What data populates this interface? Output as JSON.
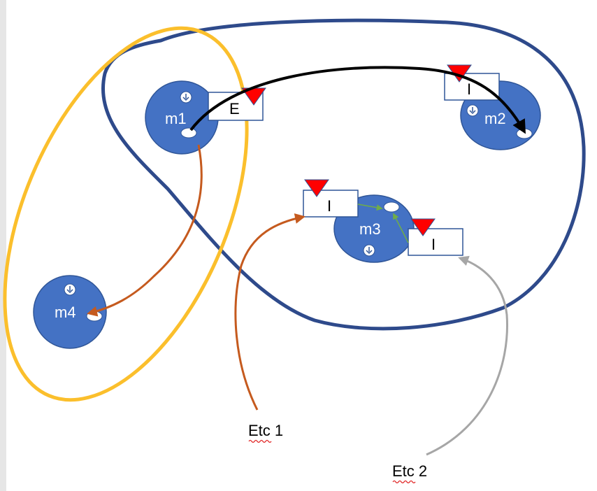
{
  "nodes": [
    {
      "id": "m1",
      "label": "m1"
    },
    {
      "id": "m2",
      "label": "m2"
    },
    {
      "id": "m3",
      "label": "m3"
    },
    {
      "id": "m4",
      "label": "m4"
    }
  ],
  "tags": [
    {
      "id": "tag-m1",
      "label": "E"
    },
    {
      "id": "tag-m2",
      "label": "I"
    },
    {
      "id": "tag-m3-left",
      "label": "I"
    },
    {
      "id": "tag-m3-right",
      "label": "I"
    }
  ],
  "notes": [
    {
      "id": "etc1",
      "label": "Etc 1"
    },
    {
      "id": "etc2",
      "label": "Etc 2"
    }
  ],
  "colors": {
    "node_fill": "#4472c4",
    "node_stroke": "#2f5597",
    "group_navy": "#2e4a8b",
    "group_yellow": "#fbbf2c",
    "arrow_black": "#000000",
    "arrow_orange": "#c55a1e",
    "arrow_gray": "#a6a6a6",
    "arrow_green": "#70ad47",
    "marker_red": "#ff0000",
    "squiggle_red": "#e02020"
  }
}
